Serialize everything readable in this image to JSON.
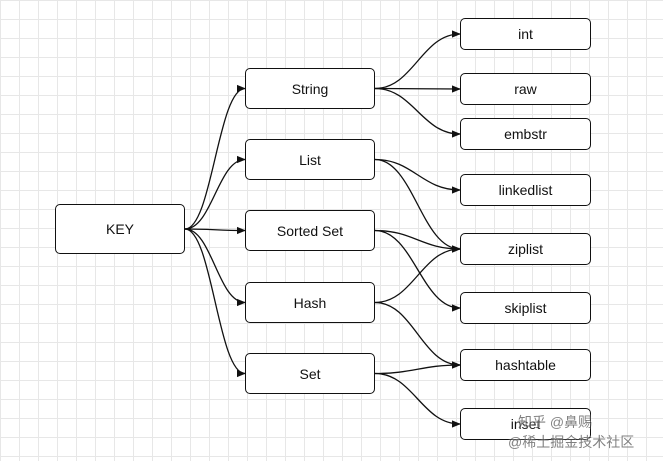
{
  "root": {
    "label": "KEY"
  },
  "types": [
    {
      "id": "string",
      "label": "String"
    },
    {
      "id": "list",
      "label": "List"
    },
    {
      "id": "sorted-set",
      "label": "Sorted Set"
    },
    {
      "id": "hash",
      "label": "Hash"
    },
    {
      "id": "set",
      "label": "Set"
    }
  ],
  "encodings": [
    {
      "id": "int",
      "label": "int"
    },
    {
      "id": "raw",
      "label": "raw"
    },
    {
      "id": "embstr",
      "label": "embstr"
    },
    {
      "id": "linkedlist",
      "label": "linkedlist"
    },
    {
      "id": "ziplist",
      "label": "ziplist"
    },
    {
      "id": "skiplist",
      "label": "skiplist"
    },
    {
      "id": "hashtable",
      "label": "hashtable"
    },
    {
      "id": "inset",
      "label": "inset"
    }
  ],
  "edges": [
    [
      "key",
      "string"
    ],
    [
      "key",
      "list"
    ],
    [
      "key",
      "sorted-set"
    ],
    [
      "key",
      "hash"
    ],
    [
      "key",
      "set"
    ],
    [
      "string",
      "int"
    ],
    [
      "string",
      "raw"
    ],
    [
      "string",
      "embstr"
    ],
    [
      "list",
      "linkedlist"
    ],
    [
      "list",
      "ziplist"
    ],
    [
      "sorted-set",
      "ziplist"
    ],
    [
      "sorted-set",
      "skiplist"
    ],
    [
      "hash",
      "ziplist"
    ],
    [
      "hash",
      "hashtable"
    ],
    [
      "set",
      "hashtable"
    ],
    [
      "set",
      "inset"
    ]
  ],
  "watermark": {
    "line1": "知乎 @鼻赐",
    "line2": "@稀土掘金技术社区"
  },
  "colors": {
    "stroke": "#111111",
    "grid": "#e7e7e7"
  }
}
